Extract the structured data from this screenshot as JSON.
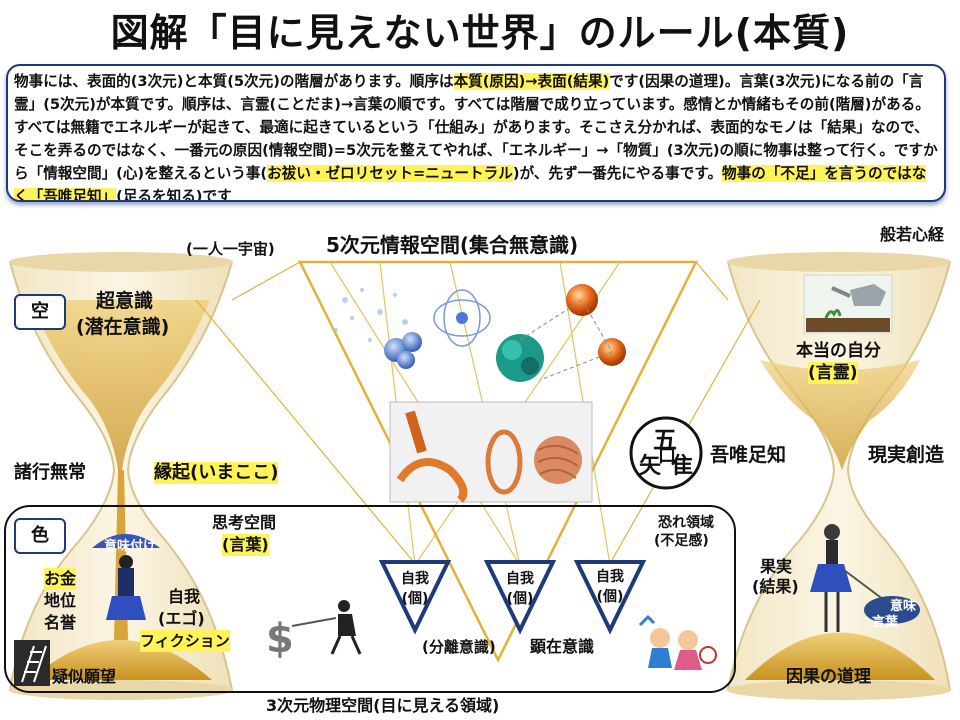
{
  "title": "図解「目に見えない世界」のルール(本質)",
  "intro": {
    "p1": "物事には、表面的(3次元)と本質(5次元)の階層があります。順序は",
    "h1": "本質(原因)→表面(結果)",
    "p2": "です(因果の道理)。言葉(3次元)になる前の「言霊」(5次元)が本質です。順序は、言霊(ことだま)→言葉の順です。すべては階層で成り立っています。感情とか情緒もその前(階層)がある。すべては無籍でエネルギーが起きて、最適に起きているという「仕組み」があります。そこさえ分かれば、表面的なモノは「結果」なので、そこを弄るのではなく、一番元の原因(情報空間)=5次元を整えてやれば、「エネルギー」→「物質」(3次元)の順に物事は整って行く。ですから「情報空間」(心)を整えるという事(",
    "h2": "お祓い・ゼロリセット=ニュートラル",
    "p3": ")が、先ず一番先にやる事です。",
    "h3": "物事の「不足」を言うのではなく「吾唯足知」",
    "p4": "(足るを知る)です"
  },
  "labels": {
    "one_universe": "(一人一宇宙)",
    "five_dim": "5次元情報空間(集合無意識)",
    "hannya": "般若心経",
    "sora": "空",
    "super1": "超意識",
    "super2": "(潜在意識)",
    "true_self1": "本当の自分",
    "true_self2": "(言霊)",
    "shogyo": "諸行無常",
    "engi": "縁起(いまここ)",
    "waga": "吾唯足知",
    "genjitsu": "現実創造",
    "iro": "色",
    "shiko1": "思考空間",
    "shiko2": "(言葉)",
    "osore1": "恐れ領域",
    "osore2": "(不足感)",
    "imitsuke": "意味付け",
    "okane": "お金",
    "chii": "地位",
    "meiyo": "名誉",
    "jiga1": "自我",
    "jiga2": "(エゴ)",
    "fiction": "フィクション",
    "giji": "疑似願望",
    "kajitsu1": "果実",
    "kajitsu2": "(結果)",
    "imi": "意味",
    "kotoba": "言葉",
    "bunri": "(分離意識)",
    "kenzai": "顕在意識",
    "inga": "因果の道理",
    "three_dim": "3次元物理空間(目に見える領域)",
    "ego_top": "自我",
    "ego_bottom": "(個)"
  },
  "stamp": {
    "top": "五",
    "right": "隹",
    "left": "矢",
    "center": "口"
  },
  "colors": {
    "frame_blue": "#1f3a7a",
    "highlight": "#fff35a",
    "sand": "#d9ab3c",
    "line_gold": "#e2b238"
  }
}
